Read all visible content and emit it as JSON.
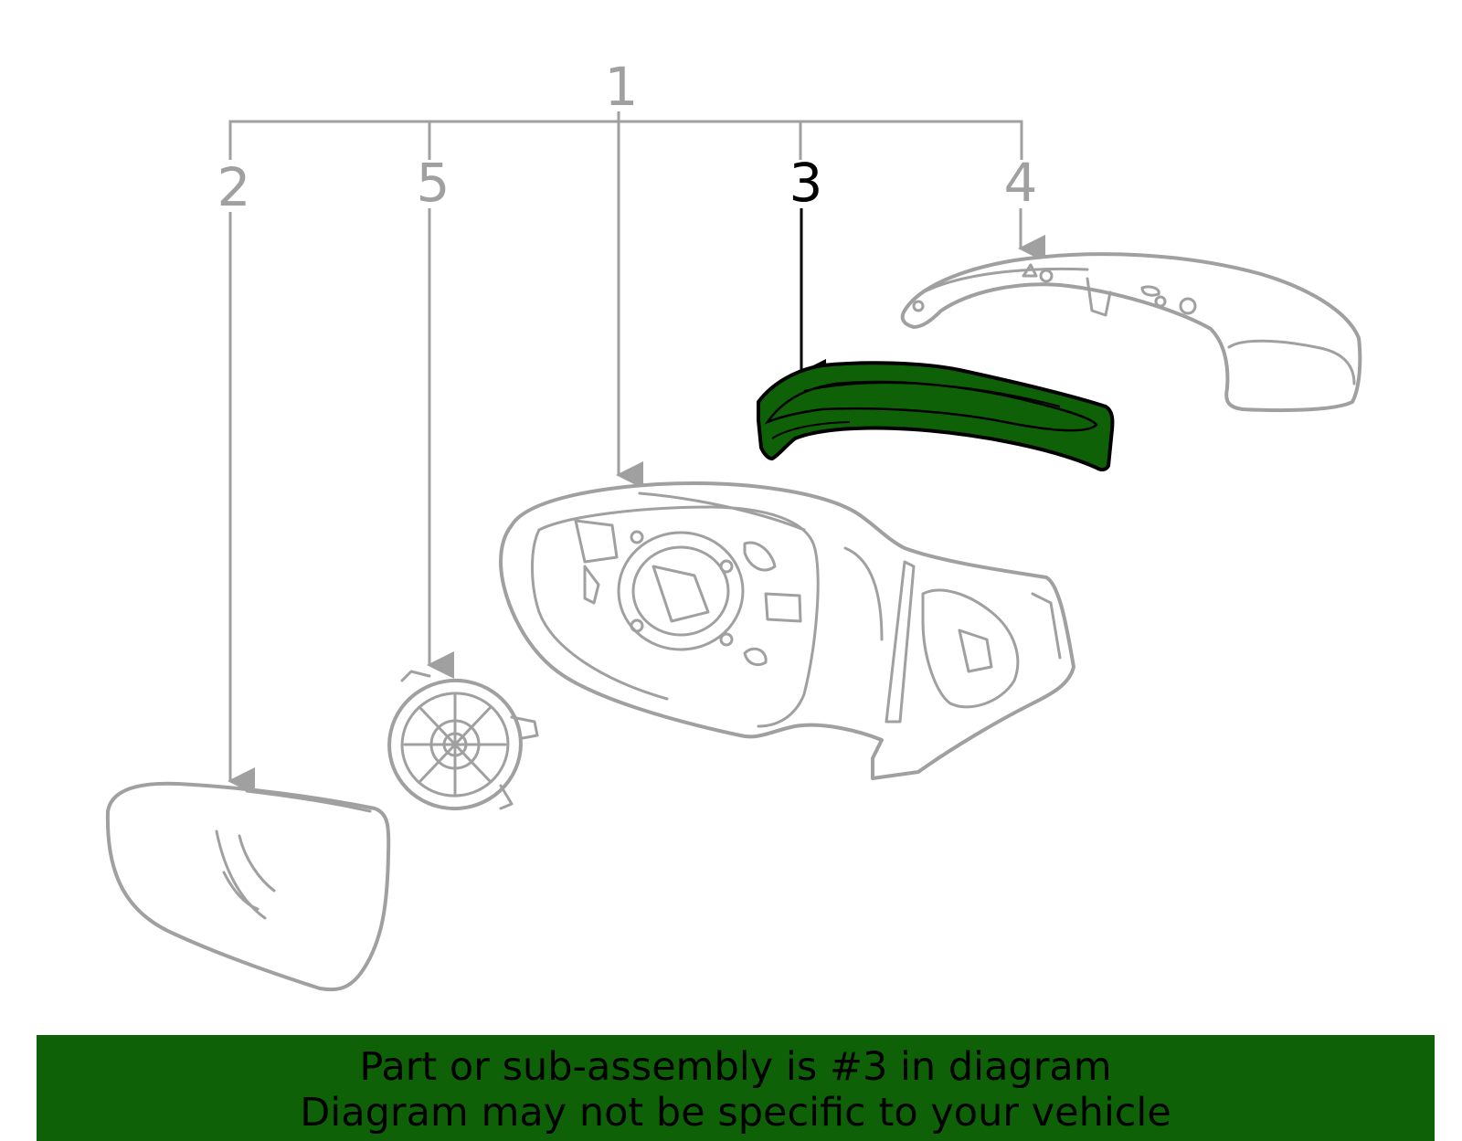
{
  "callouts": {
    "c1": "1",
    "c2": "2",
    "c3": "3",
    "c4": "4",
    "c5": "5"
  },
  "banner": {
    "line1": "Part or sub-assembly is #3 in diagram",
    "line2": "Diagram may not be specific to your vehicle"
  },
  "colors": {
    "highlight": "#0f6107",
    "line_gray": "#a0a0a0",
    "highlight_callout": "#000000"
  }
}
